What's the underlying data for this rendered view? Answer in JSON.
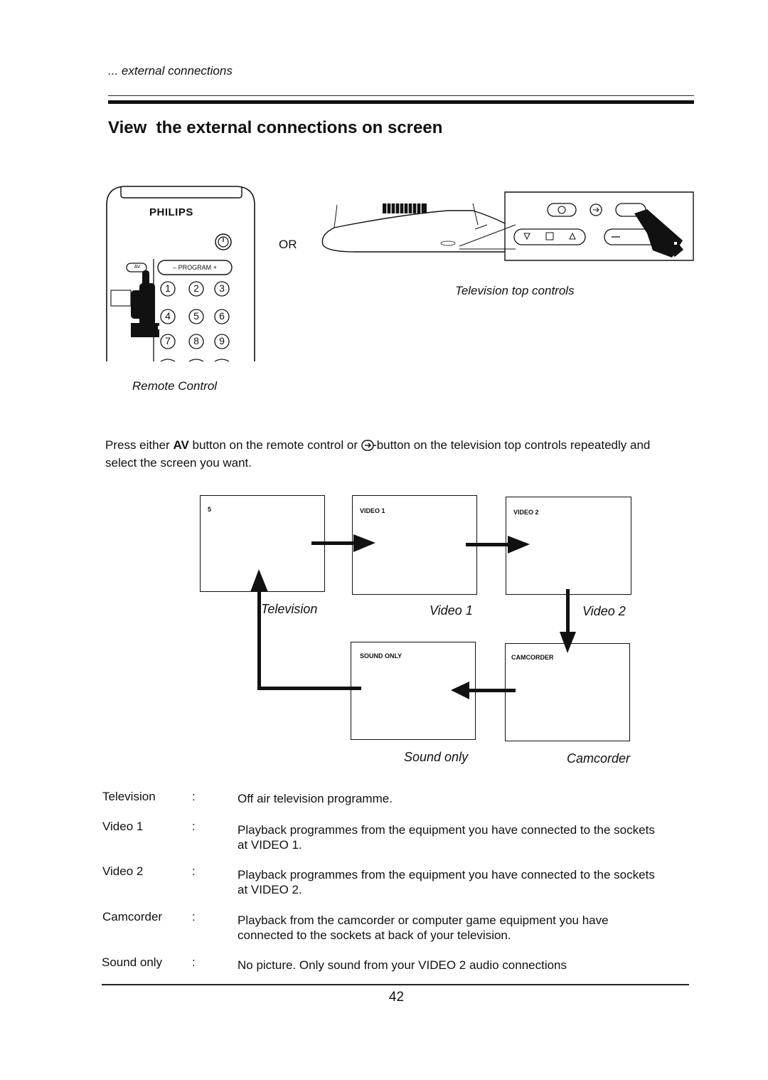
{
  "header": {
    "breadcrumb": "... external connections"
  },
  "title": "View  the external connections on screen",
  "remote": {
    "brand": "PHILIPS",
    "av_label": "AV",
    "program_label": "– PROGRAM +",
    "keys": [
      "1",
      "2",
      "3",
      "4",
      "5",
      "6",
      "7",
      "8",
      "9"
    ],
    "caption": "Remote Control"
  },
  "or_label": "OR",
  "tv_controls": {
    "caption": "Television top controls"
  },
  "instruction": {
    "part1": "Press either ",
    "av": "AV",
    "part2": " button on the remote control or ",
    "part3": "button on the television top controls repeatedly and select the screen you want."
  },
  "screens": [
    {
      "osd": "5",
      "label": "Television"
    },
    {
      "osd": "VIDEO 1",
      "label": "Video 1"
    },
    {
      "osd": "VIDEO 2",
      "label": "Video 2"
    },
    {
      "osd": "SOUND ONLY",
      "label": "Sound only"
    },
    {
      "osd": "CAMCORDER",
      "label": "Camcorder"
    }
  ],
  "definitions": [
    {
      "term": "Television",
      "colon": ":",
      "text": "Off air television programme."
    },
    {
      "term": "Video 1",
      "colon": ":",
      "text": "Playback programmes from the equipment you have connected to the sockets at VIDEO 1."
    },
    {
      "term": "Video 2",
      "colon": ":",
      "text": "Playback programmes from the equipment you have connected to the sockets at VIDEO 2."
    },
    {
      "term": "Camcorder",
      "colon": ":",
      "text": "Playback from the camcorder or computer game equipment you have connected to the sockets at back of your television."
    },
    {
      "term": "Sound only",
      "colon": ":",
      "text": "No picture. Only sound from your VIDEO 2 audio connections"
    }
  ],
  "page_number": "42",
  "colors": {
    "ink": "#111111",
    "paper": "#ffffff"
  }
}
